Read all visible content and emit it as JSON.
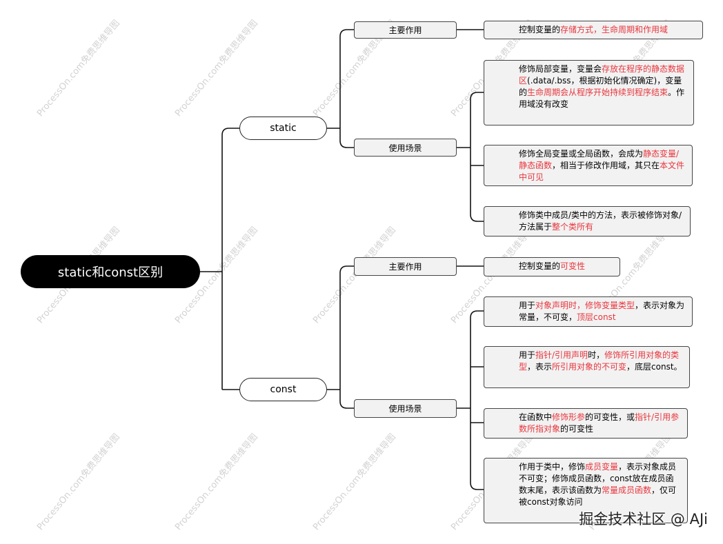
{
  "root": "static和const区别",
  "watermark": "ProcessOn.com免费思维导图",
  "footer": "掘金技术社区 @ AJi",
  "colors": {
    "highlight": "#e8363d",
    "root_bg": "#000000",
    "leaf_bg": "#f2f2f2"
  },
  "static": {
    "label": "static",
    "main_role": {
      "label": "主要作用",
      "text": [
        {
          "t": "控制变量的"
        },
        {
          "t": "存储方式，生命周期和作用域",
          "h": true
        }
      ]
    },
    "usage": {
      "label": "使用场景",
      "items": [
        [
          {
            "t": "修饰局部变量，变量会"
          },
          {
            "t": "存放在程序的静态数据区",
            "h": true
          },
          {
            "t": "(.data/.bss，根据初始化情况确定)，变量的"
          },
          {
            "t": "生命周期会从程序开始持续到程序结束",
            "h": true
          },
          {
            "t": "。作用域没有改变"
          }
        ],
        [
          {
            "t": "修饰全局变量或全局函数，会成为"
          },
          {
            "t": "静态变量/静态函数",
            "h": true
          },
          {
            "t": "，相当于修改作用域，其只在"
          },
          {
            "t": "本文件中可见",
            "h": true
          }
        ],
        [
          {
            "t": "修饰类中成员/类中的方法，表示被修饰对象/方法属于"
          },
          {
            "t": "整个类所有",
            "h": true
          }
        ]
      ]
    }
  },
  "const": {
    "label": "const",
    "main_role": {
      "label": "主要作用",
      "text": [
        {
          "t": "控制变量的"
        },
        {
          "t": "可变性",
          "h": true
        }
      ]
    },
    "usage": {
      "label": "使用场景",
      "items": [
        [
          {
            "t": "用于"
          },
          {
            "t": "对象声明时，修饰变量类型",
            "h": true
          },
          {
            "t": "，表示对象为常量，不可变，"
          },
          {
            "t": "顶层const",
            "h": true
          }
        ],
        [
          {
            "t": "用于"
          },
          {
            "t": "指针/引用声明",
            "h": true
          },
          {
            "t": "时，"
          },
          {
            "t": "修饰所引用对象的类型",
            "h": true
          },
          {
            "t": "，表示"
          },
          {
            "t": "所引用对象的不可变",
            "h": true
          },
          {
            "t": "，底层const。"
          }
        ],
        [
          {
            "t": "在函数中"
          },
          {
            "t": "修饰形参",
            "h": true
          },
          {
            "t": "的可变性，或"
          },
          {
            "t": "指针/引用参数所指对象",
            "h": true
          },
          {
            "t": "的可变性"
          }
        ],
        [
          {
            "t": "作用于类中，修饰"
          },
          {
            "t": "成员变量",
            "h": true
          },
          {
            "t": "，表示对象成员不可变；修饰成员函数，const放在成员函数末尾，表示该函数为"
          },
          {
            "t": "常量成员函数",
            "h": true
          },
          {
            "t": "，仅可被const对象访问"
          }
        ]
      ]
    }
  }
}
